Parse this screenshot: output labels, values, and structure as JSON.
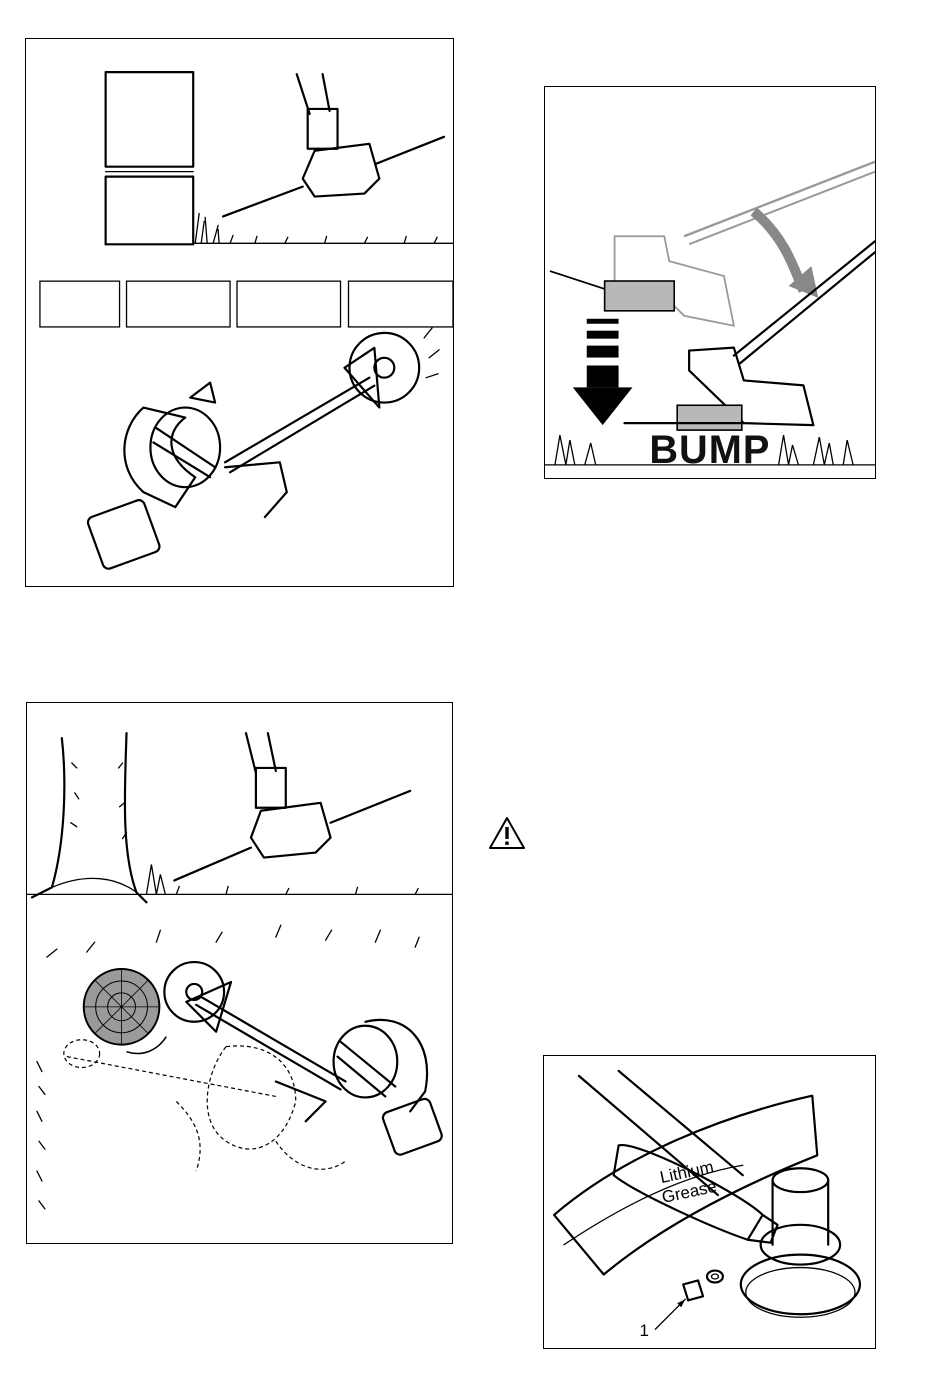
{
  "figures": {
    "bump": {
      "label": "BUMP"
    },
    "grease": {
      "tube_line1": "Lithium",
      "tube_line2": "Grease",
      "callout": "1"
    }
  },
  "icons": {
    "warning": "warning-triangle-icon"
  }
}
